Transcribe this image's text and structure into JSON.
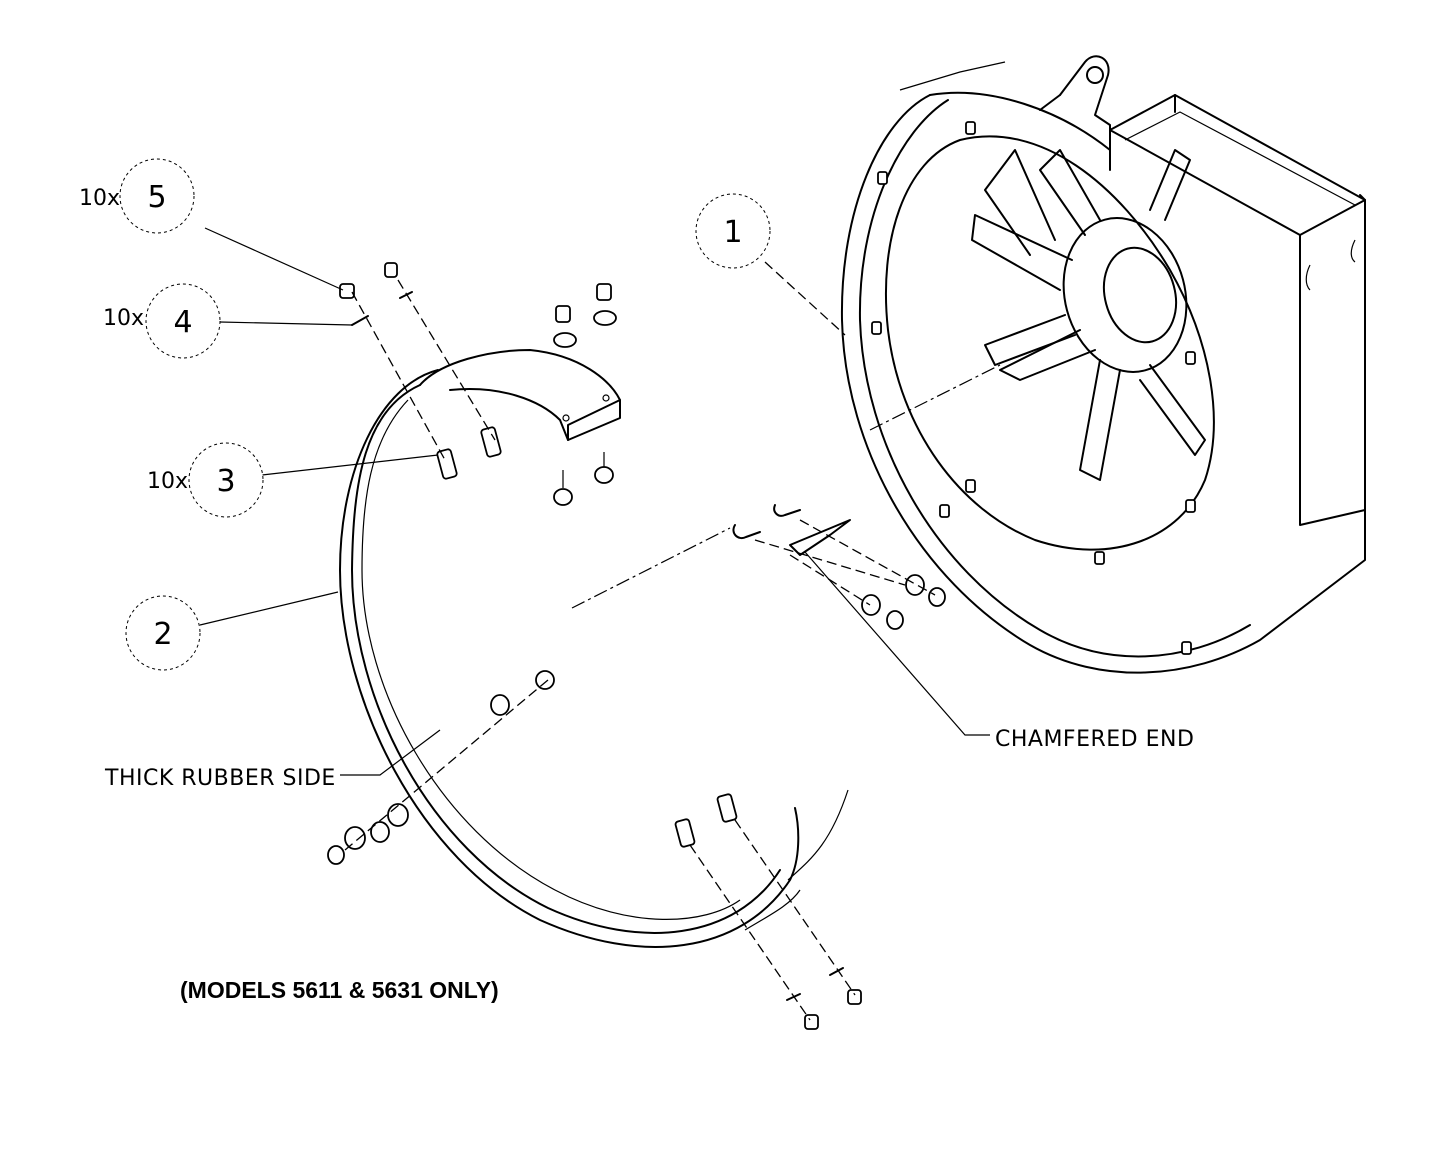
{
  "callouts": [
    {
      "number": "1",
      "qty": ""
    },
    {
      "number": "2",
      "qty": ""
    },
    {
      "number": "3",
      "qty": "10x"
    },
    {
      "number": "4",
      "qty": "10x"
    },
    {
      "number": "5",
      "qty": "10x"
    }
  ],
  "notes": {
    "chamfered_end": "CHAMFERED END",
    "thick_rubber_side": "THICK RUBBER SIDE"
  },
  "caption": "(MODELS 5611 & 5631 ONLY)"
}
